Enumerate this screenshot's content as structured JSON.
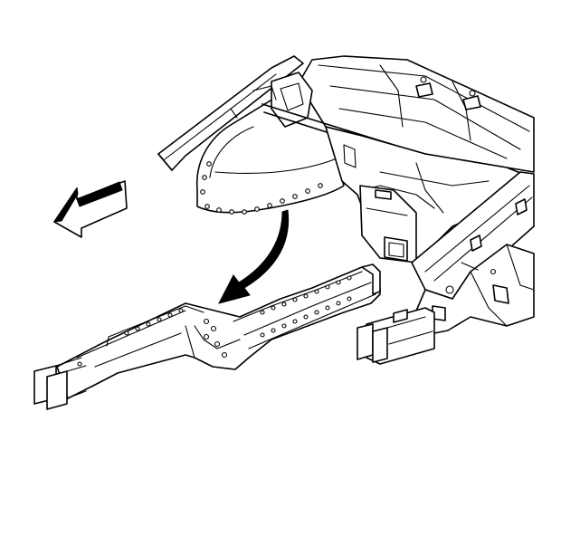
{
  "diagram": {
    "colors": {
      "line": "#000000",
      "background": "#ffffff"
    },
    "parts": {
      "body_structure": "front-body-structure",
      "rail_removed": "front-frame-rail",
      "rail_installed": "installed-rail-stub"
    },
    "arrows": {
      "direction_indicator": "front-direction-arrow",
      "removal_path": "curved-removal-arrow"
    }
  }
}
